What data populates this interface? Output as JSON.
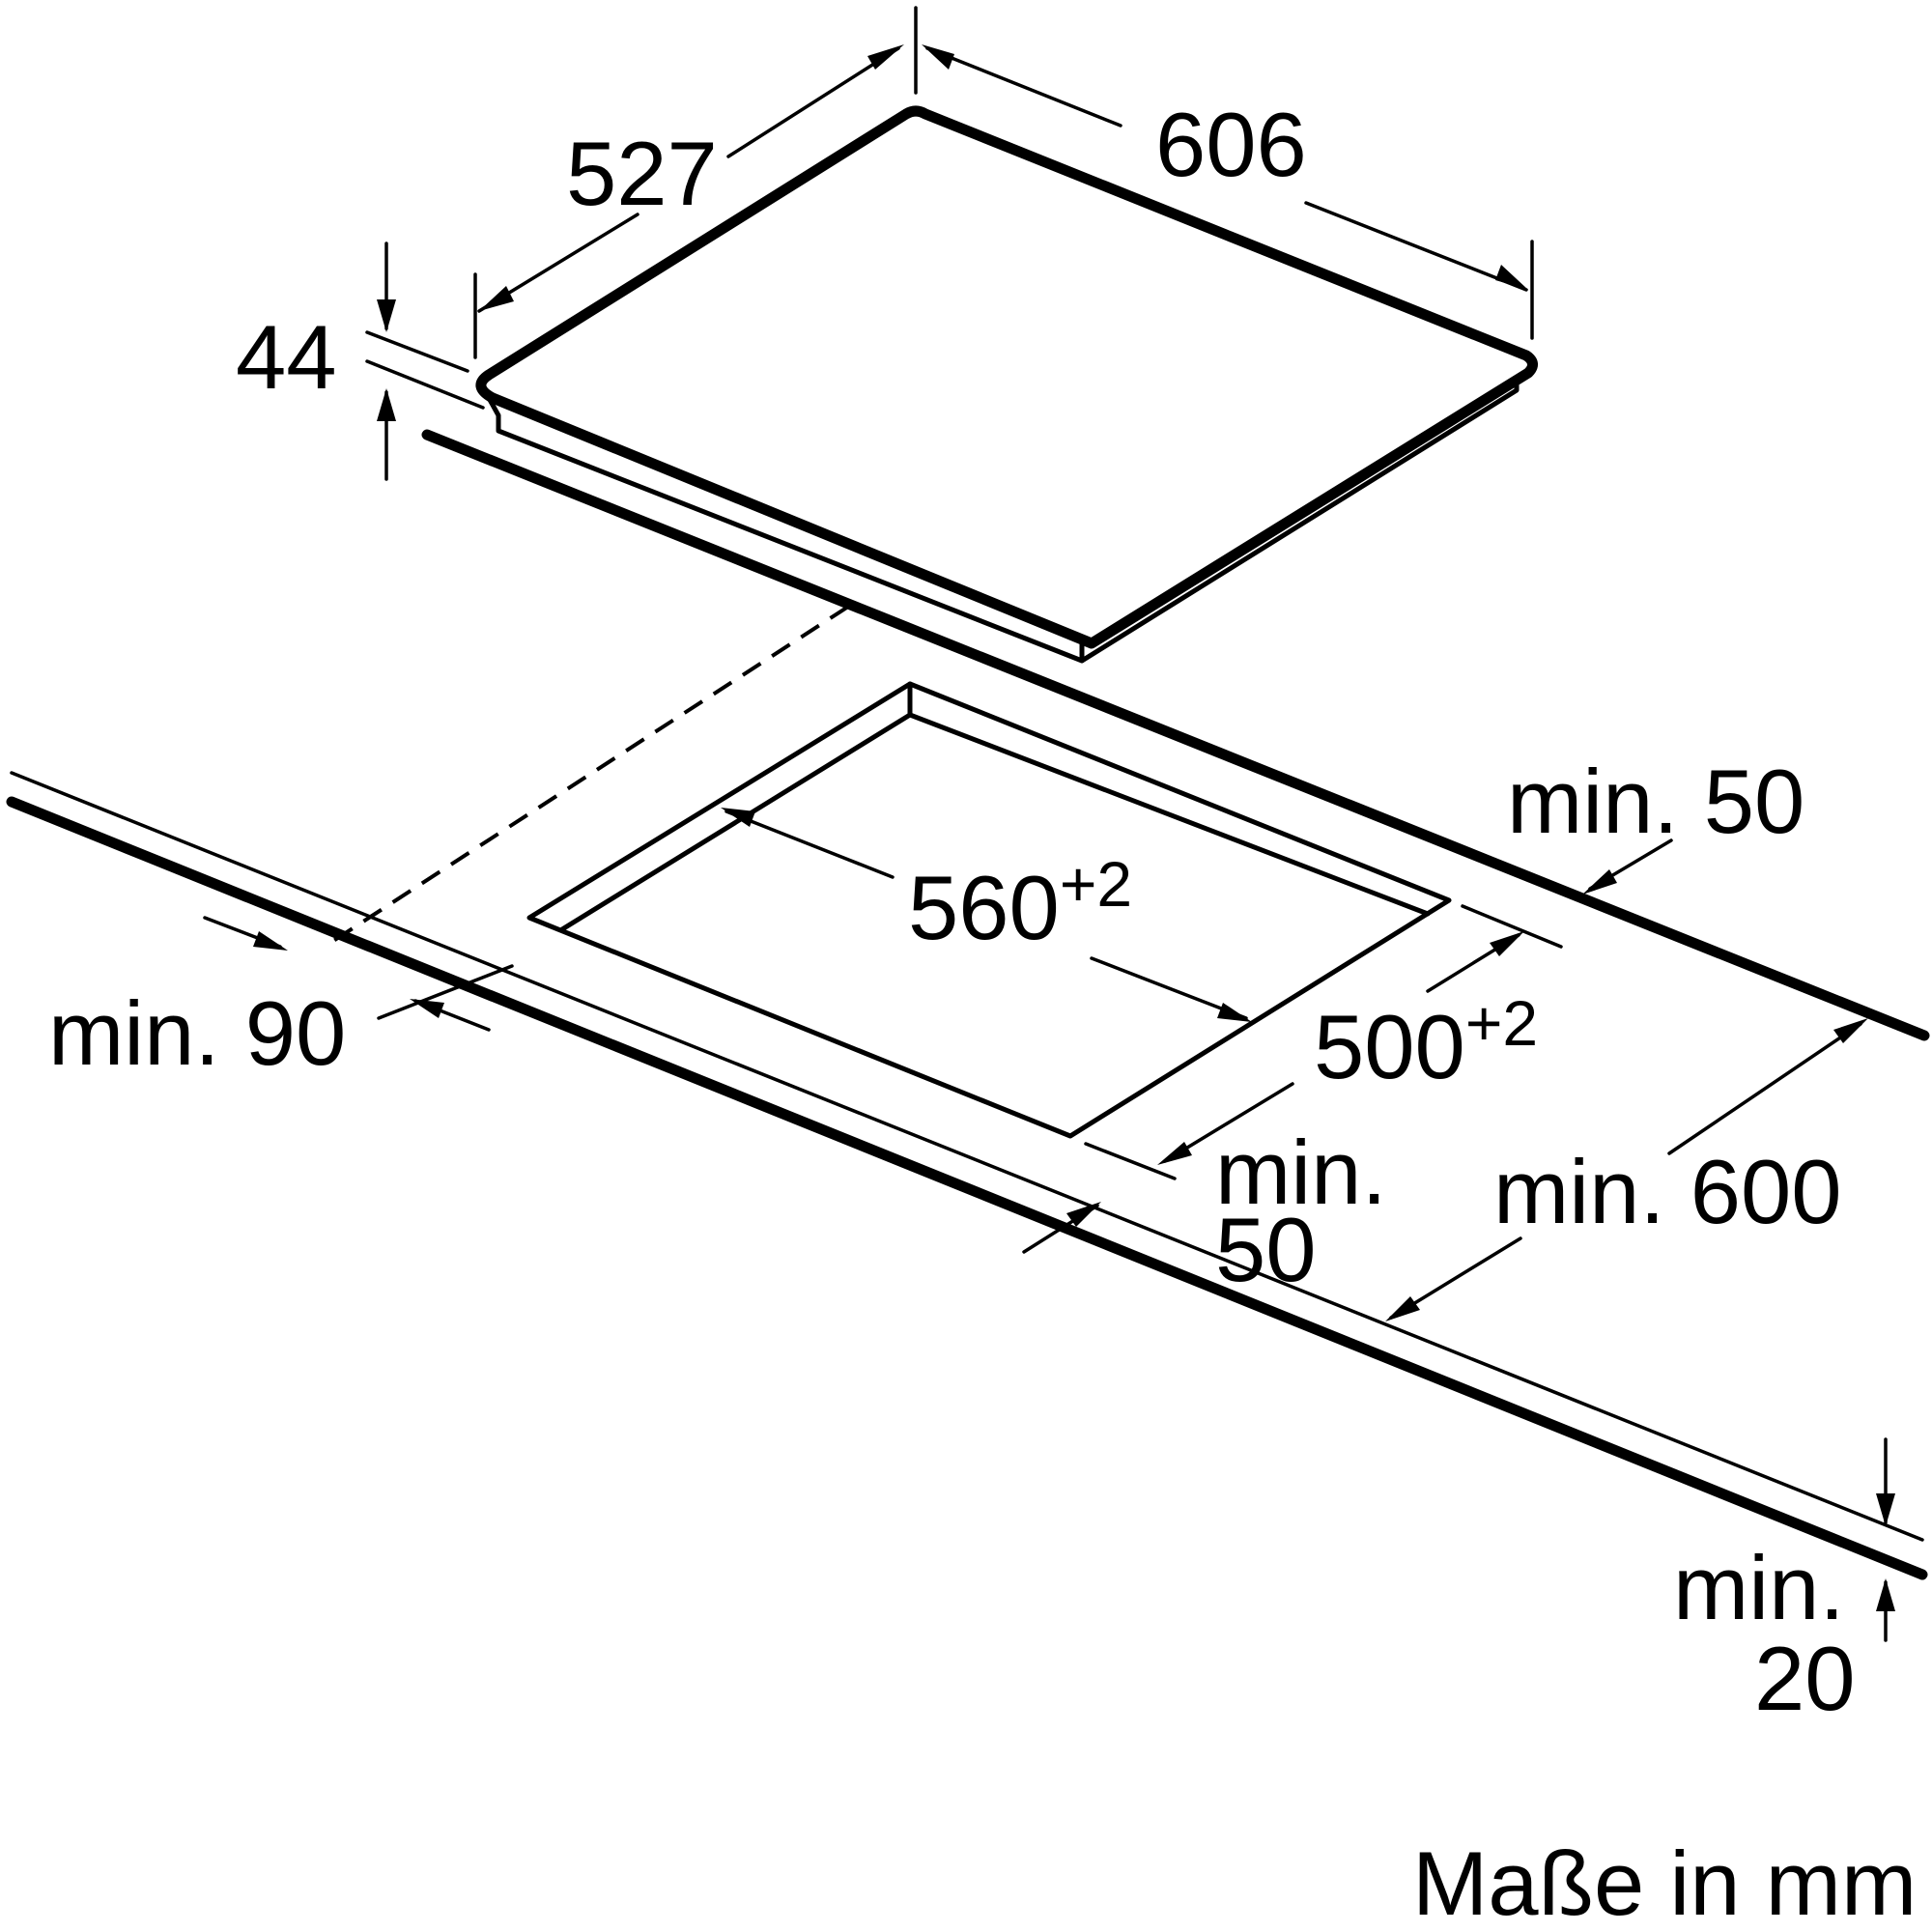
{
  "dimensions": {
    "hob_depth": "527",
    "hob_width": "606",
    "hob_height": "44",
    "cutout_width": "560",
    "cutout_width_tol": "+2",
    "cutout_depth": "500",
    "cutout_depth_tol": "+2",
    "min_back": "min. 50",
    "min_front": "min. 90",
    "min_side_line1": "min.",
    "min_side_line2": "50",
    "min_worktop_depth": "min. 600",
    "min_thickness_line1": "min.",
    "min_thickness_line2": "20"
  },
  "units_note": "Maße in mm"
}
